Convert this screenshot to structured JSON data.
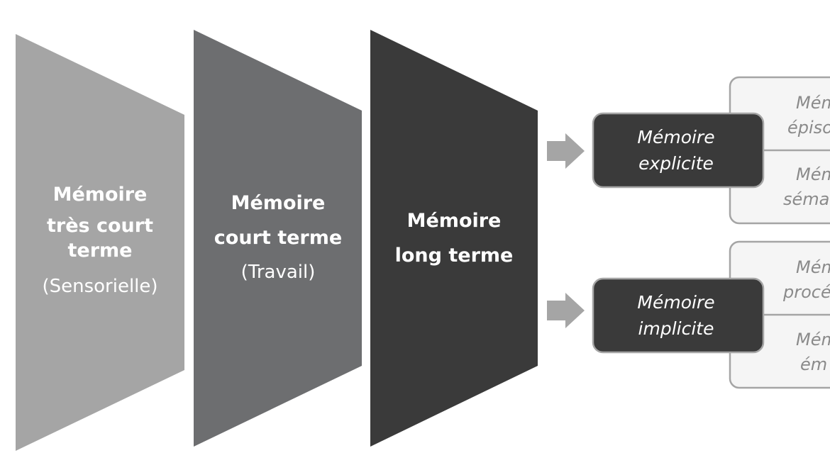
{
  "stages": [
    {
      "line1": "Mémoire",
      "line2": "très court",
      "line3": "terme",
      "sub": "(Sensorielle)",
      "color": "#a5a5a5"
    },
    {
      "line1": "Mémoire",
      "line2": "court terme",
      "sub": "(Travail)",
      "color": "#6d6e70"
    },
    {
      "line1": "Mémoire",
      "line2": "long terme",
      "color": "#3a3a3a"
    }
  ],
  "branches": [
    {
      "line1": "Mémoire",
      "line2": "explicite",
      "subs": [
        {
          "line1": "Mém",
          "line2": "épiso"
        },
        {
          "line1": "Mém",
          "line2": "séma"
        }
      ]
    },
    {
      "line1": "Mémoire",
      "line2": "implicite",
      "subs": [
        {
          "line1": "Mém",
          "line2": "procé"
        },
        {
          "line1": "Mém",
          "line2": "ém"
        }
      ]
    }
  ],
  "colors": {
    "box_fill": "#3a3a3a",
    "box_stroke": "#a5a5a5",
    "sub_fill": "#f5f5f5",
    "sub_stroke": "#a5a5a5",
    "sub_text": "#8a8a8a",
    "arrow": "#a5a5a5"
  }
}
